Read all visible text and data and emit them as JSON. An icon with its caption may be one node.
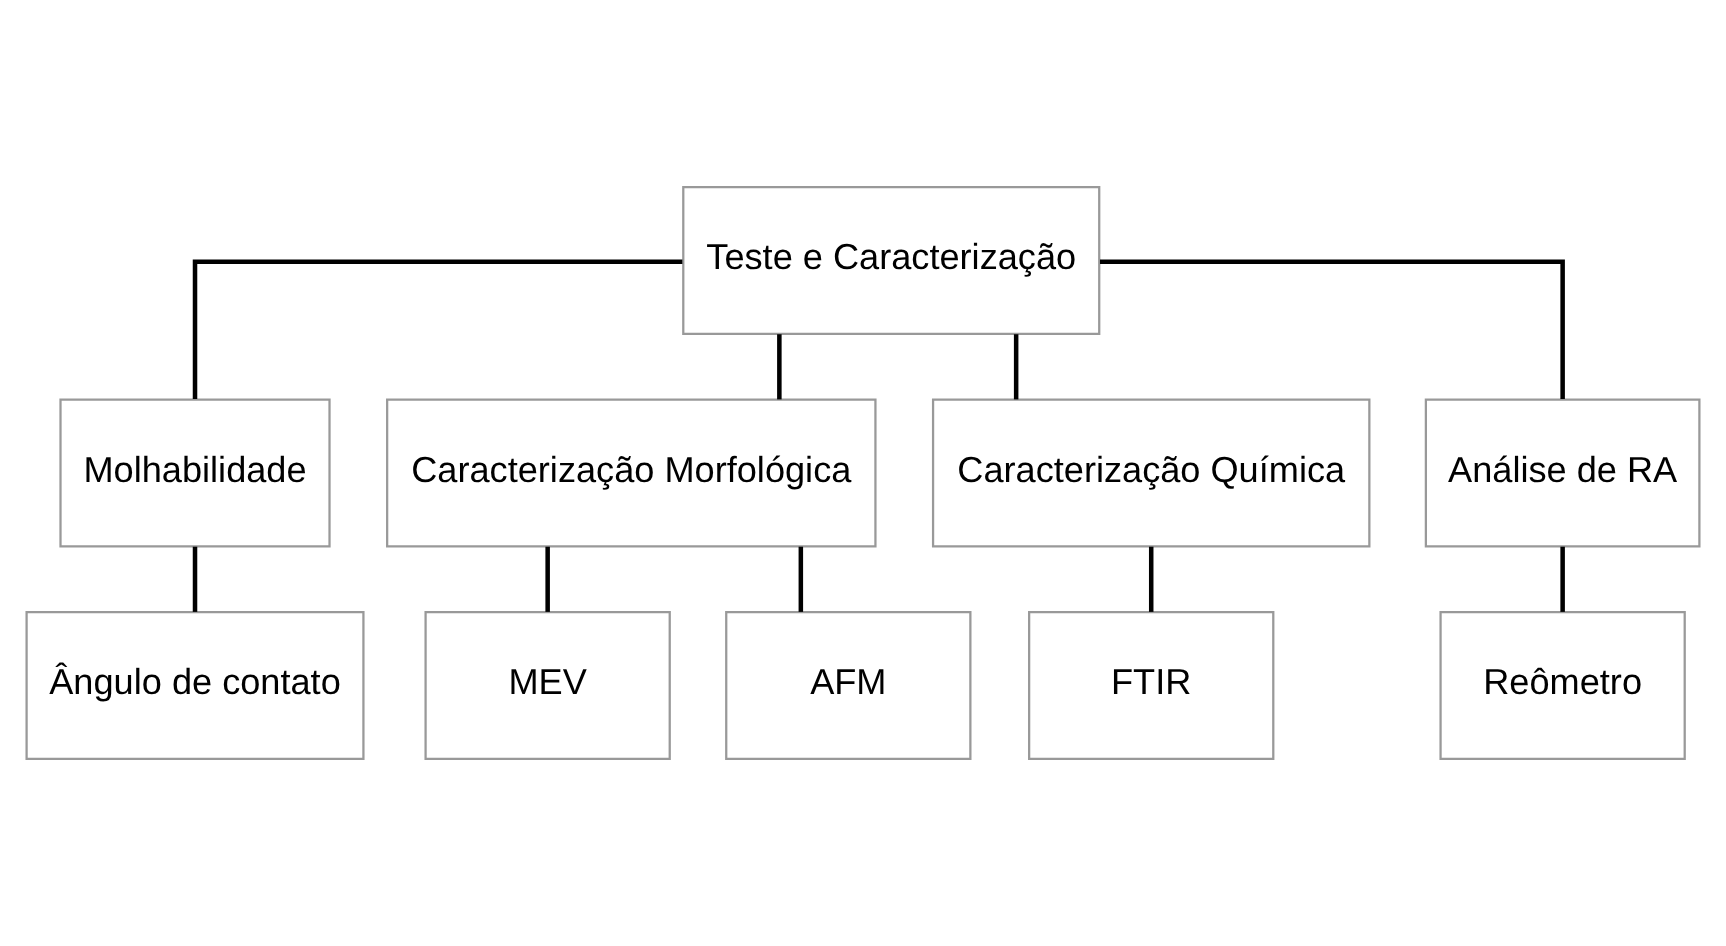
{
  "diagram": {
    "nodes": [
      {
        "text": [
          "Teste e Caracterização"
        ]
      },
      {
        "text": [
          "Molhabilidade"
        ]
      },
      {
        "text": [
          "Caracterização Morfológica"
        ]
      },
      {
        "text": [
          "Caracterização Química"
        ]
      },
      {
        "text": [
          "Análise de RA"
        ]
      },
      {
        "text": [
          "Ângulo de contato"
        ]
      },
      {
        "text": [
          "MEV"
        ]
      },
      {
        "text": [
          "AFM"
        ]
      },
      {
        "text": [
          "FTIR"
        ]
      },
      {
        "text": [
          "Reômetro"
        ]
      }
    ],
    "edges": [
      {
        "from": 0,
        "to": 1,
        "arrow": "none"
      },
      {
        "from": 0,
        "to": 2,
        "arrow": "none"
      },
      {
        "from": 0,
        "to": 3,
        "arrow": "none"
      },
      {
        "from": 0,
        "to": 4,
        "arrow": "none"
      },
      {
        "from": 1,
        "to": 5,
        "arrow": "none"
      },
      {
        "from": 2,
        "to": 6,
        "arrow": "none"
      },
      {
        "from": 2,
        "to": 7,
        "arrow": "none"
      },
      {
        "from": 3,
        "to": 8,
        "arrow": "none"
      },
      {
        "from": 4,
        "to": 9,
        "arrow": "none"
      }
    ]
  }
}
